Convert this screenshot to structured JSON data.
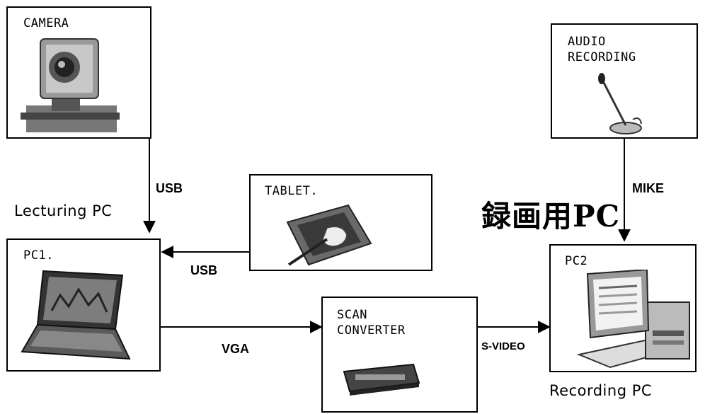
{
  "nodes": {
    "camera": {
      "label": "CAMERA"
    },
    "tablet": {
      "label": "TABLET."
    },
    "pc1": {
      "label": "PC1."
    },
    "scan_converter": {
      "label_line1": "SCAN",
      "label_line2": "CONVERTER"
    },
    "audio": {
      "label_line1": "AUDIO",
      "label_line2": "RECORDING"
    },
    "pc2": {
      "label": "PC2"
    }
  },
  "captions": {
    "lecturing_pc": "Lecturing PC",
    "recording_pc": "Recording PC",
    "recording_pc_jp": "録画用PC"
  },
  "connections": {
    "camera_to_pc1": "USB",
    "tablet_to_pc1": "USB",
    "pc1_to_scan": "VGA",
    "scan_to_pc2": "S-VIDEO",
    "audio_to_pc2": "MIKE"
  }
}
